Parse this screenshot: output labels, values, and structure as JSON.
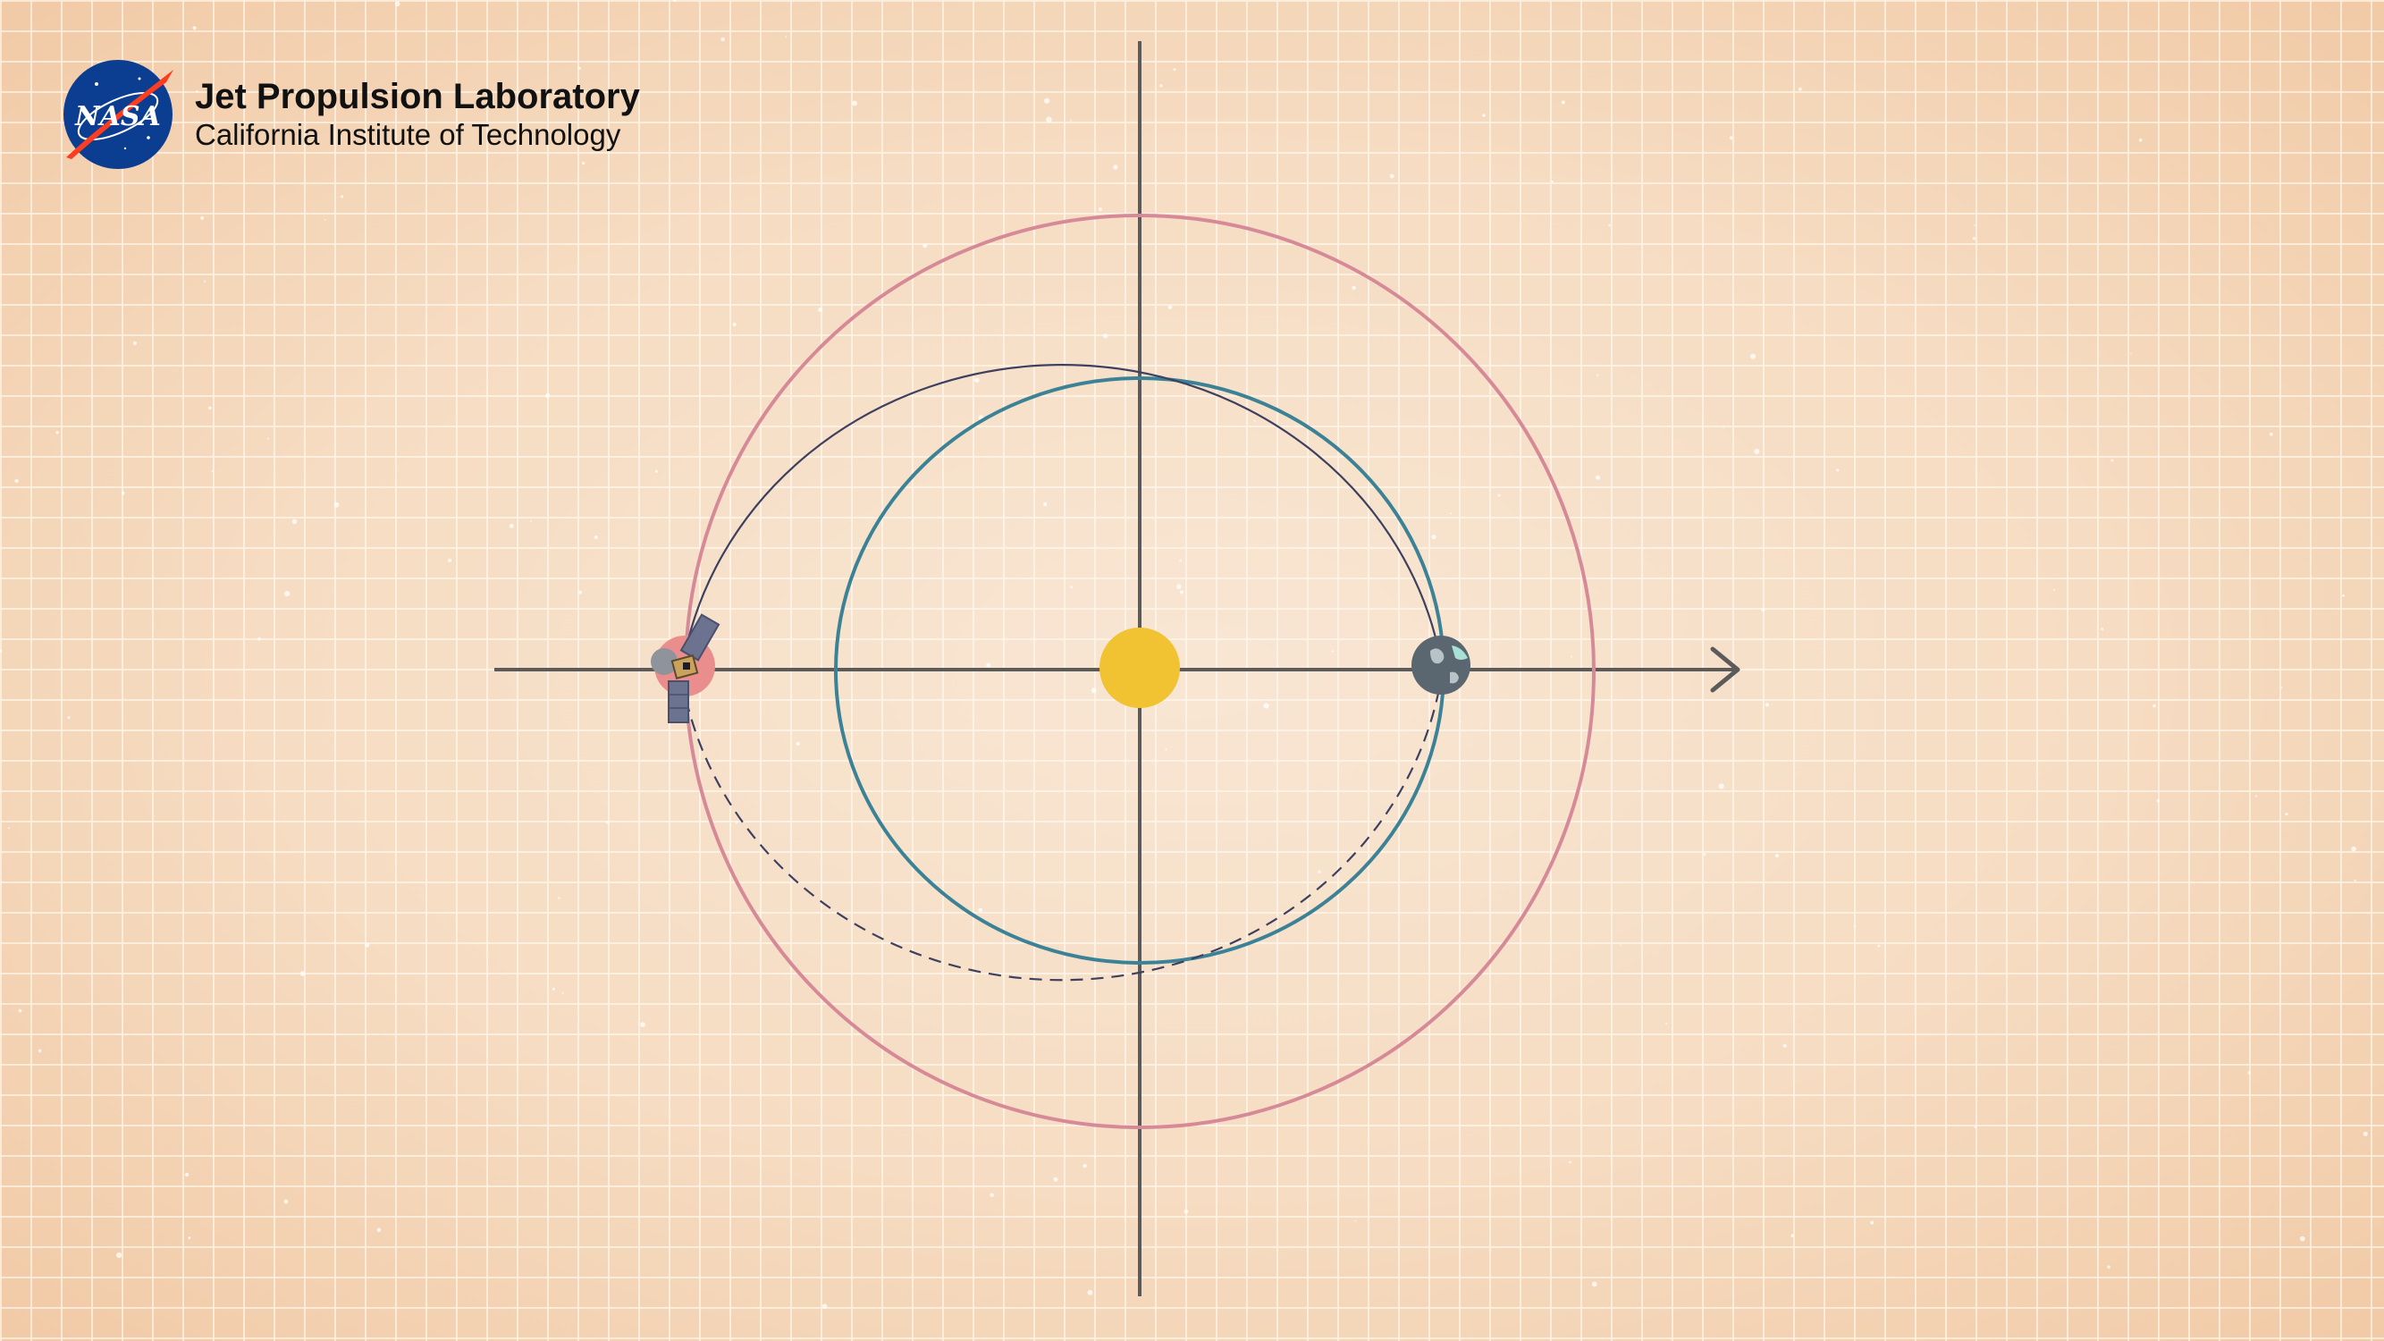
{
  "header": {
    "logo_text": "NASA",
    "lab_name": "Jet Propulsion Laboratory",
    "lab_subtitle": "California Institute of Technology"
  },
  "diagram": {
    "bodies": {
      "sun": {
        "icon": "sun-icon",
        "color": "#f1c232"
      },
      "earth": {
        "icon": "earth-icon",
        "color": "#5a6670"
      },
      "mars": {
        "icon": "mars-icon",
        "color": "#e98d8d"
      },
      "spacecraft": {
        "icon": "spacecraft-icon",
        "color": "#7e8391"
      }
    },
    "orbits": {
      "earth_orbit_color": "#3b8297",
      "mars_orbit_color": "#d68a98",
      "transfer_orbit_color": "#3e4060",
      "transfer_return_style": "dashed"
    },
    "axes_color": "#5b5b5b"
  },
  "colors": {
    "background": "#f6dcc2",
    "grid": "#fffaf0",
    "nasa_blue": "#0b3d91",
    "nasa_red": "#fc3d21"
  }
}
